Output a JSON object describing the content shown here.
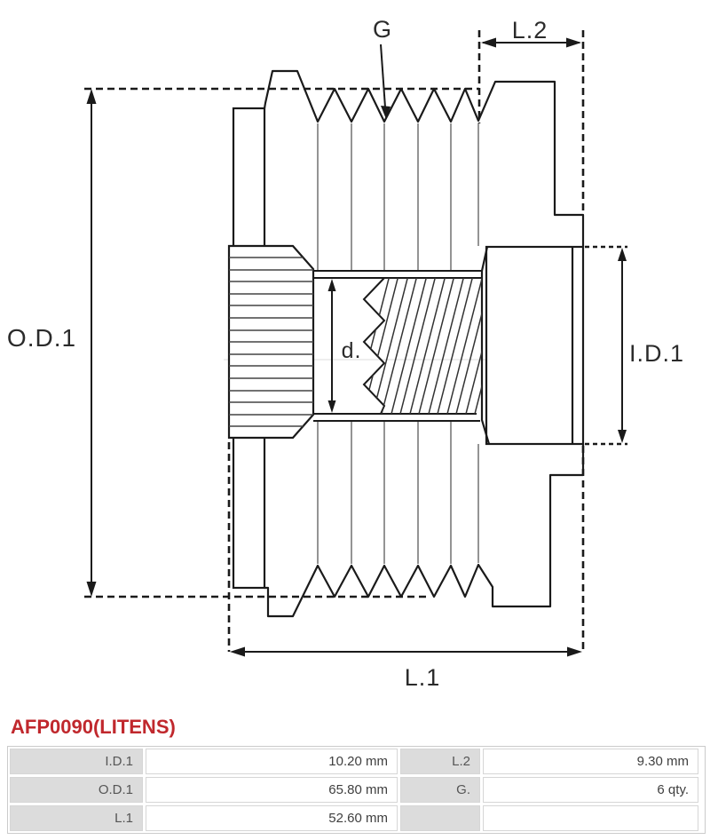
{
  "drawing": {
    "labels": {
      "g": "G",
      "l2": "L.2",
      "od1": "O.D.1",
      "id1": "I.D.1",
      "d": "d.",
      "l1": "L.1"
    },
    "line_color": "#1a1a1a"
  },
  "part_title": "AFP0090(LITENS)",
  "accent_color": "#c0282d",
  "table": {
    "rows": [
      [
        "I.D.1",
        "10.20 mm",
        "L.2",
        "9.30 mm"
      ],
      [
        "O.D.1",
        "65.80 mm",
        "G.",
        "6 qty."
      ],
      [
        "L.1",
        "52.60 mm",
        "",
        ""
      ]
    ]
  }
}
